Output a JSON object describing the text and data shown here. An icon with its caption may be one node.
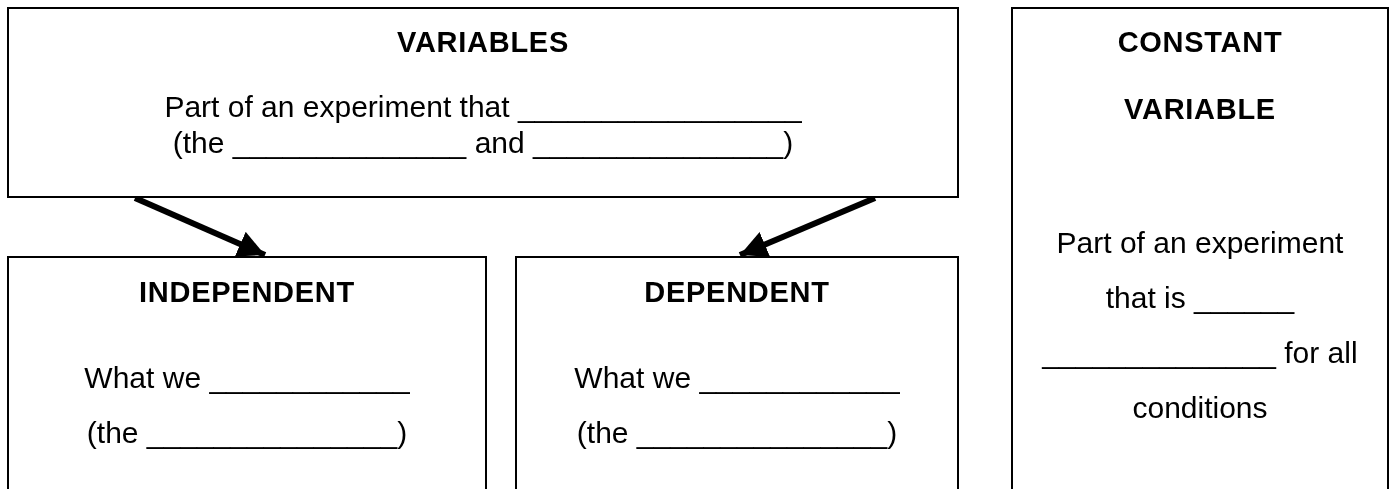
{
  "diagram": {
    "nodes": [
      {
        "text": [
          "VARIABLES",
          "Part of an experiment that _________________ (the ______________ and _______________)"
        ]
      },
      {
        "text": [
          "INDEPENDENT",
          "What we ____________ (the _______________)"
        ]
      },
      {
        "text": [
          "DEPENDENT",
          "What we ____________ (the _______________)"
        ]
      },
      {
        "text": [
          "CONSTANT VARIABLE",
          "Part of an experiment that is ______ ______________ for all conditions"
        ]
      }
    ],
    "edges": [
      {
        "from": 0,
        "to": 1,
        "arrow": "to"
      },
      {
        "from": 0,
        "to": 2,
        "arrow": "to"
      }
    ]
  }
}
